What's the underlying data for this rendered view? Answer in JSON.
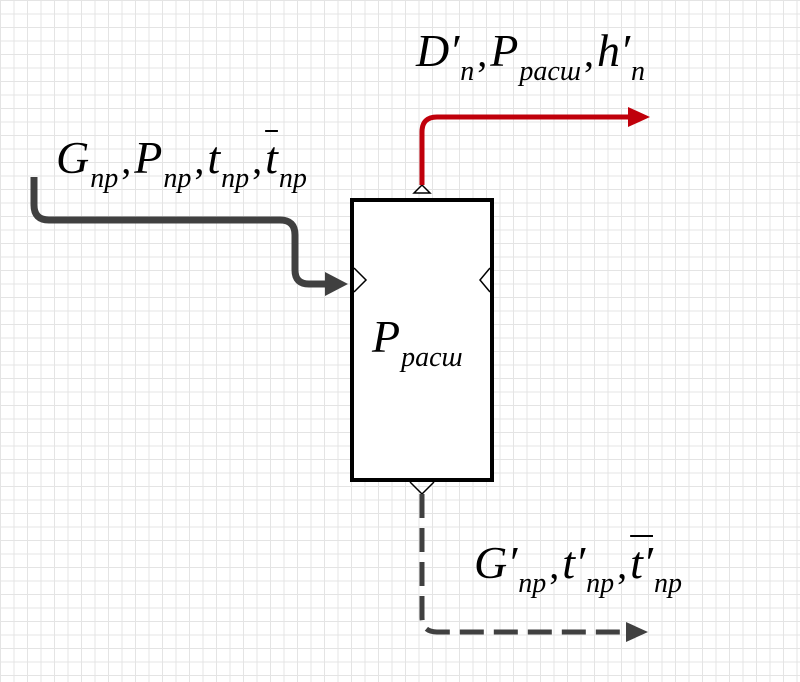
{
  "labels": {
    "top": {
      "D": "D′",
      "D_sub": "п",
      "P": "P",
      "P_sub": "расш",
      "h": "h′",
      "h_sub": "п",
      "sep": ","
    },
    "left": {
      "G": "G",
      "G_sub": "пр",
      "P": "P",
      "P_sub": "пр",
      "t": "t",
      "t_sub": "пр",
      "tbar": "t",
      "tbar_sub": "пр",
      "sep": ","
    },
    "center": {
      "P": "P",
      "P_sub": "расш"
    },
    "bottom": {
      "G": "G′",
      "G_sub": "пр",
      "t": "t′",
      "t_sub": "пр",
      "tbar": "t′",
      "tbar_sub": "пр",
      "sep": ","
    }
  },
  "colors": {
    "steam_out": "#c0000b",
    "feed_in": "#404040",
    "drain_out": "#404040",
    "block_border": "#000000"
  }
}
